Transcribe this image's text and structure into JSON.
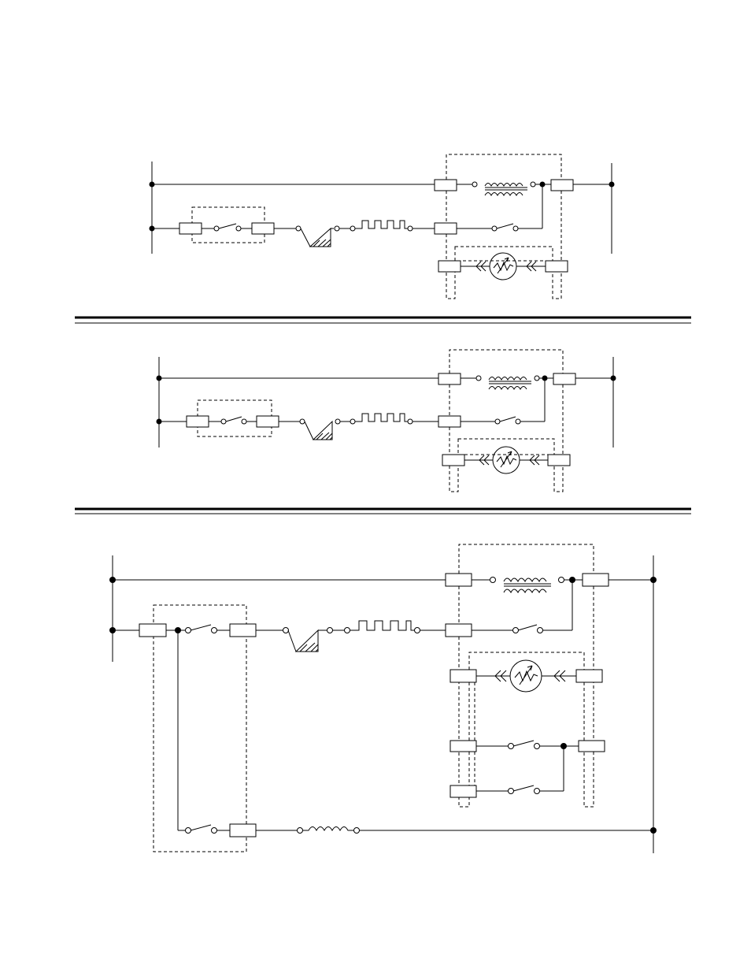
{
  "document": {
    "type": "wiring schematics",
    "panel_count": 3,
    "line_color": "#000000",
    "background": "#ffffff"
  },
  "panels": [
    {
      "name": "top",
      "components": [
        "junction-blocks",
        "switch",
        "heater-element",
        "resistor-coil",
        "transformer",
        "thermistor",
        "relay-box"
      ]
    },
    {
      "name": "middle",
      "components": [
        "junction-blocks",
        "switch",
        "heater-element",
        "resistor-coil",
        "transformer",
        "thermistor",
        "relay-box"
      ]
    },
    {
      "name": "bottom",
      "components": [
        "junction-blocks",
        "switches",
        "heater-element",
        "resistor-coil",
        "transformer",
        "thermistor",
        "relay-box",
        "inductor"
      ]
    }
  ]
}
